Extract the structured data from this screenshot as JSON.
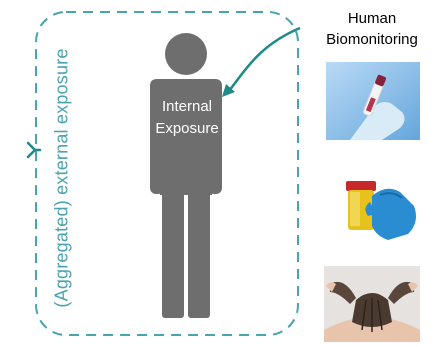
{
  "labels": {
    "external_exposure": "(Aggregated) external exposure",
    "internal_exposure_line1": "Internal",
    "internal_exposure_line2": "Exposure",
    "human_biomonitoring_line1": "Human",
    "human_biomonitoring_line2": "Biomonitoring"
  },
  "icons": [
    "blood-sample-photo",
    "urine-sample-photo",
    "hair-sample-photo"
  ],
  "colors": {
    "teal": "#1f8a86",
    "dashed_border": "#4aa4b0",
    "silhouette": "#6e6e6e"
  }
}
